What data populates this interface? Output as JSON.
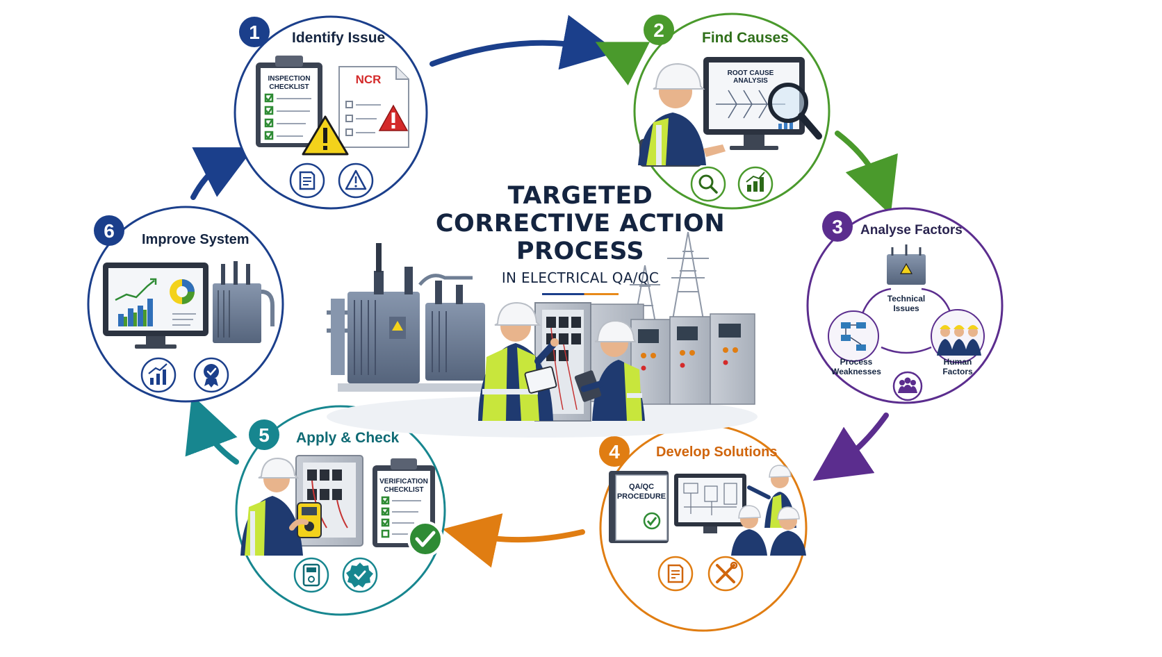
{
  "title": {
    "line1": "TARGETED",
    "line2": "CORRECTIVE ACTION",
    "line3": "PROCESS",
    "subtitle": "IN ELECTRICAL QA/QC"
  },
  "colors": {
    "step1": "#1b3f8b",
    "step2": "#4a9a2c",
    "step3": "#5b2d8e",
    "step4": "#e07d12",
    "step5": "#17868f",
    "step6": "#1b3f8b",
    "navy": "#142440",
    "safety_vest": "#c8e63c",
    "warning": "#f3d21b",
    "alert_red": "#d42a2a",
    "steel": "#6f7e94"
  },
  "steps": [
    {
      "number": "1",
      "title": "Identify Issue",
      "doc1_line1": "INSPECTION",
      "doc1_line2": "CHECKLIST",
      "doc2_label": "NCR",
      "icons": [
        "document-edit-icon",
        "warning-triangle-icon"
      ]
    },
    {
      "number": "2",
      "title": "Find Causes",
      "screen_line1": "ROOT CAUSE",
      "screen_line2": "ANALYSIS",
      "icons": [
        "magnifier-icon",
        "chart-icon"
      ]
    },
    {
      "number": "3",
      "title": "Analyse Factors",
      "factor_top_line1": "Technical",
      "factor_top_line2": "Issues",
      "factor_left_line1": "Process",
      "factor_left_line2": "Weaknesses",
      "factor_right_line1": "Human",
      "factor_right_line2": "Factors",
      "icons": [
        "team-icon"
      ]
    },
    {
      "number": "4",
      "title": "Develop Solutions",
      "binder_line1": "QA/QC",
      "binder_line2": "PROCEDURE",
      "icons": [
        "document-edit-icon",
        "tools-icon"
      ]
    },
    {
      "number": "5",
      "title": "Apply & Check",
      "doc_line1": "VERIFICATION",
      "doc_line2": "CHECKLIST",
      "icons": [
        "multimeter-icon",
        "verified-badge-icon"
      ]
    },
    {
      "number": "6",
      "title": "Improve System",
      "icons": [
        "growth-chart-icon",
        "quality-award-icon"
      ]
    }
  ]
}
